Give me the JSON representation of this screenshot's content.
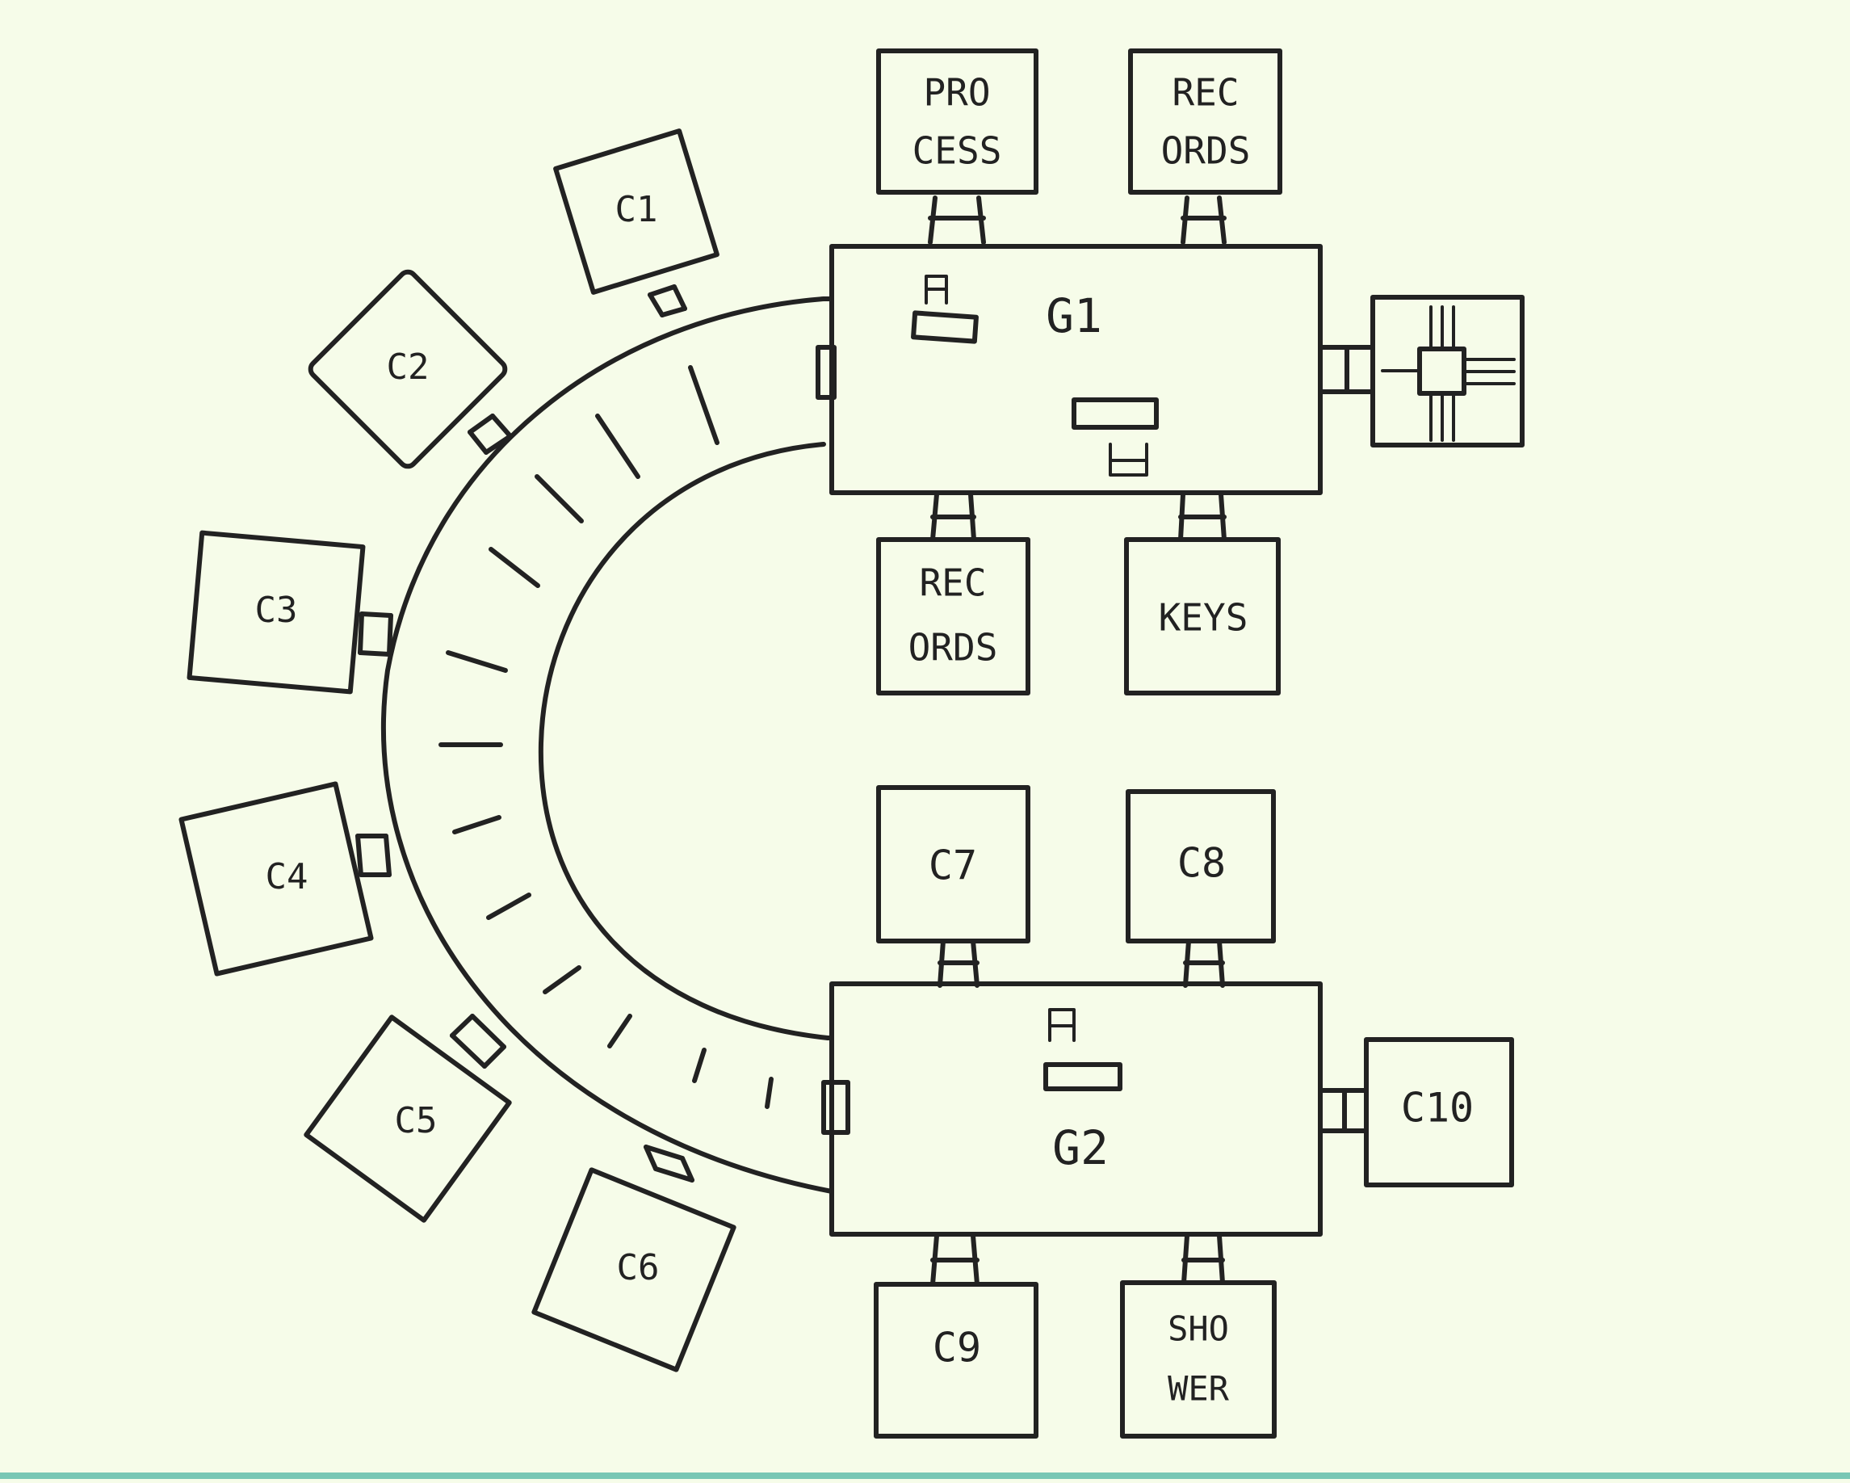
{
  "rooms": {
    "g1": {
      "label": "G1"
    },
    "g2": {
      "label": "G2"
    },
    "c1": {
      "label": "C1"
    },
    "c2": {
      "label": "C2"
    },
    "c3": {
      "label": "C3"
    },
    "c4": {
      "label": "C4"
    },
    "c5": {
      "label": "C5"
    },
    "c6": {
      "label": "C6"
    },
    "c7": {
      "label": "C7"
    },
    "c8": {
      "label": "C8"
    },
    "c9": {
      "label": "C9"
    },
    "c10": {
      "label": "C10"
    },
    "process": {
      "line1": "PRO",
      "line2": "CESS"
    },
    "records_top": {
      "line1": "REC",
      "line2": "ORDS"
    },
    "records_bottom": {
      "line1": "REC",
      "line2": "ORDS"
    },
    "keys": {
      "label": "KEYS"
    },
    "shower": {
      "line1": "SHO",
      "line2": "WER"
    }
  },
  "colors": {
    "paper": "#f6fce9",
    "ink": "#222222",
    "bottom_strip": "#79c7b4"
  }
}
